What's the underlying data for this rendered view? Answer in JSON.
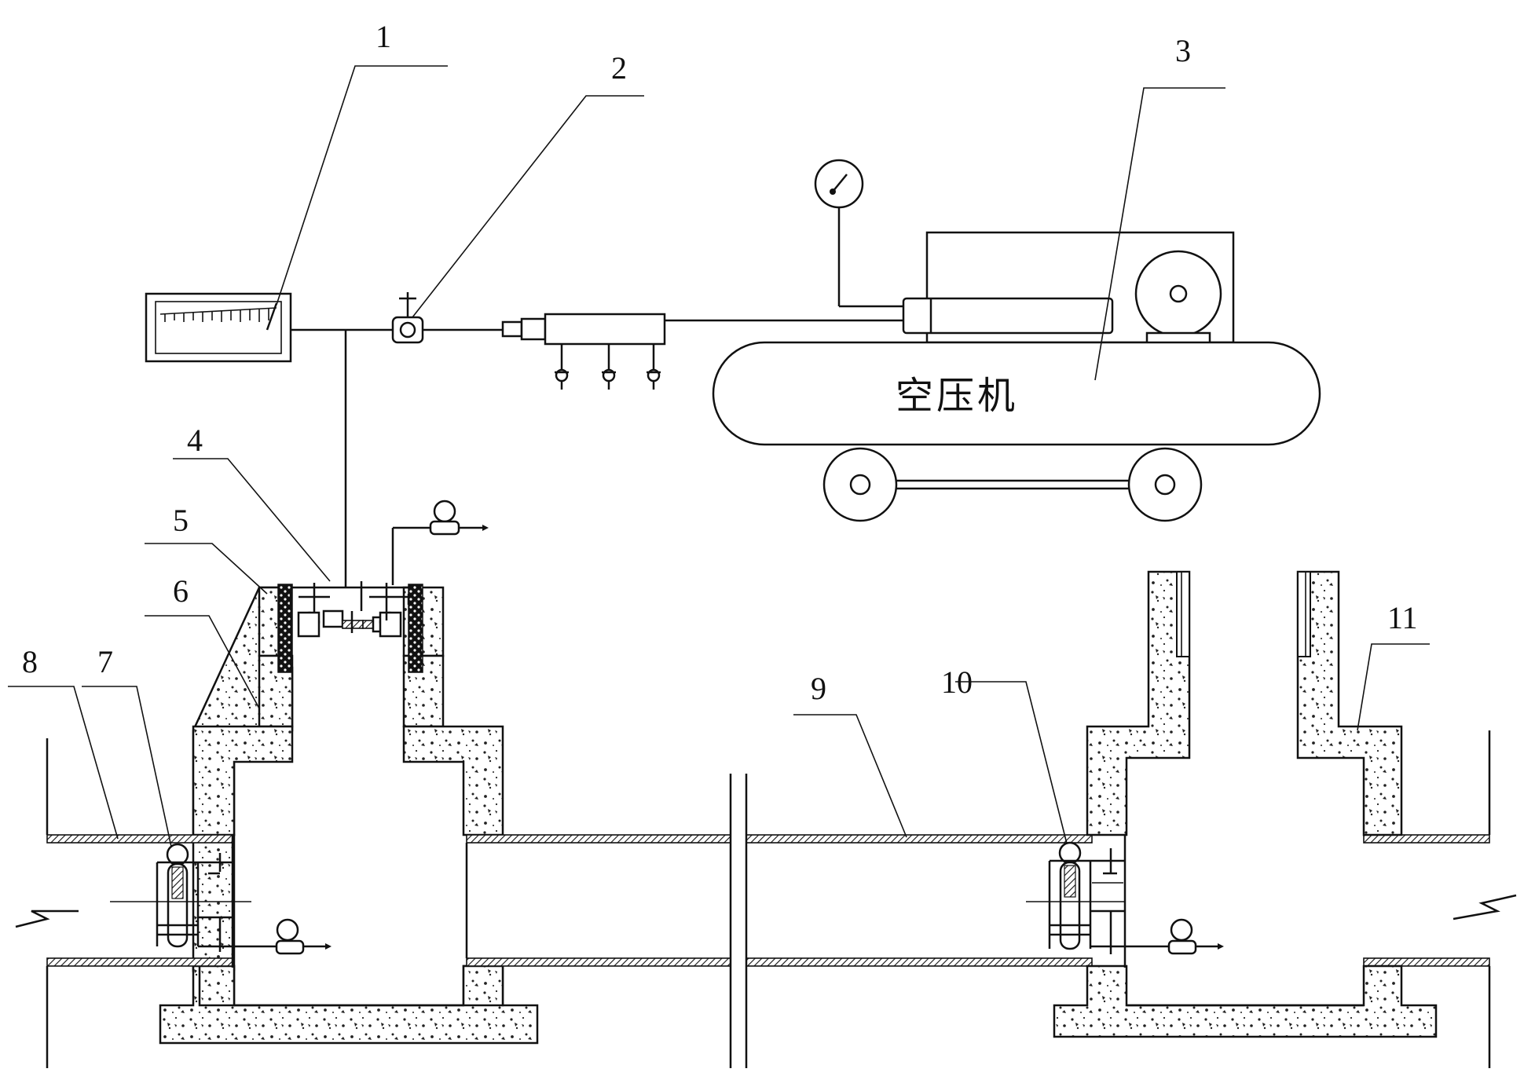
{
  "labels": {
    "l1": "1",
    "l2": "2",
    "l3": "3",
    "l4": "4",
    "l5": "5",
    "l6": "6",
    "l7": "7",
    "l8": "8",
    "l9": "9",
    "l10": "10",
    "l11": "11"
  },
  "compressor_text": "空压机"
}
